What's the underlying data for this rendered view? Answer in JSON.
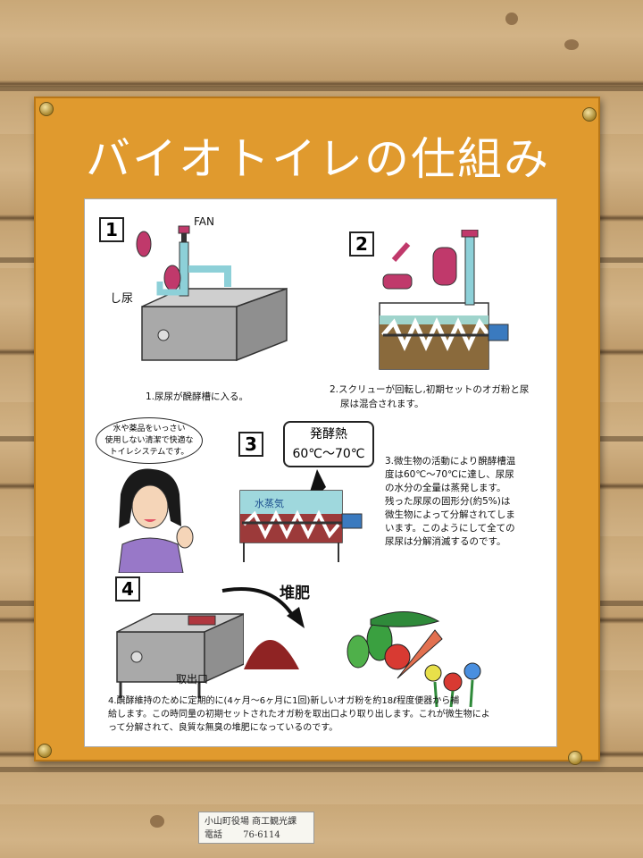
{
  "sign": {
    "title": "バイオトイレの仕組み",
    "steps": [
      {
        "number": "1",
        "caption": "1.尿尿が醗酵槽に入る。",
        "labels": {
          "fan": "FAN",
          "waste": "し尿"
        }
      },
      {
        "number": "2",
        "caption_line1": "2.スクリューが回転し,初期セットのオガ粉と尿",
        "caption_line2": "尿は混合されます。"
      },
      {
        "number": "3",
        "heat_label": "発酵熱",
        "heat_range": "60℃～70℃",
        "steam_label": "水蒸気",
        "caption_lines": [
          "3.微生物の活動により醗酵槽温",
          "度は60℃～70℃に達し、尿尿",
          "の水分の全量は蒸発します。",
          "残った尿尿の固形分(約5%)は",
          "微生物によって分解されてしま",
          "います。このようにして全ての",
          "尿尿は分解消滅するのです。"
        ]
      },
      {
        "number": "4",
        "compost_label": "堆肥",
        "outlet_label": "取出口",
        "caption_lines": [
          "4.醗酵維持のために定期的に(4ヶ月～6ヶ月に1回)新しいオガ粉を約18ℓ程度便器から補",
          "給します。この時同量の初期セットされたオガ粉を取出口より取り出します。これが微生物によ",
          "って分解されて、良質な無臭の堆肥になっているのです。"
        ]
      }
    ],
    "speech_lines": [
      "水や薬品をいっさい",
      "使用しない清潔で快適な",
      "トイレシステムです。"
    ]
  },
  "contact_tag": {
    "line1": "小山町役場 商工観光課",
    "line2": "電話 　　76-6114"
  },
  "colors": {
    "board": "#e09a2e",
    "panel": "#ffffff",
    "wood": "#c9a878"
  }
}
